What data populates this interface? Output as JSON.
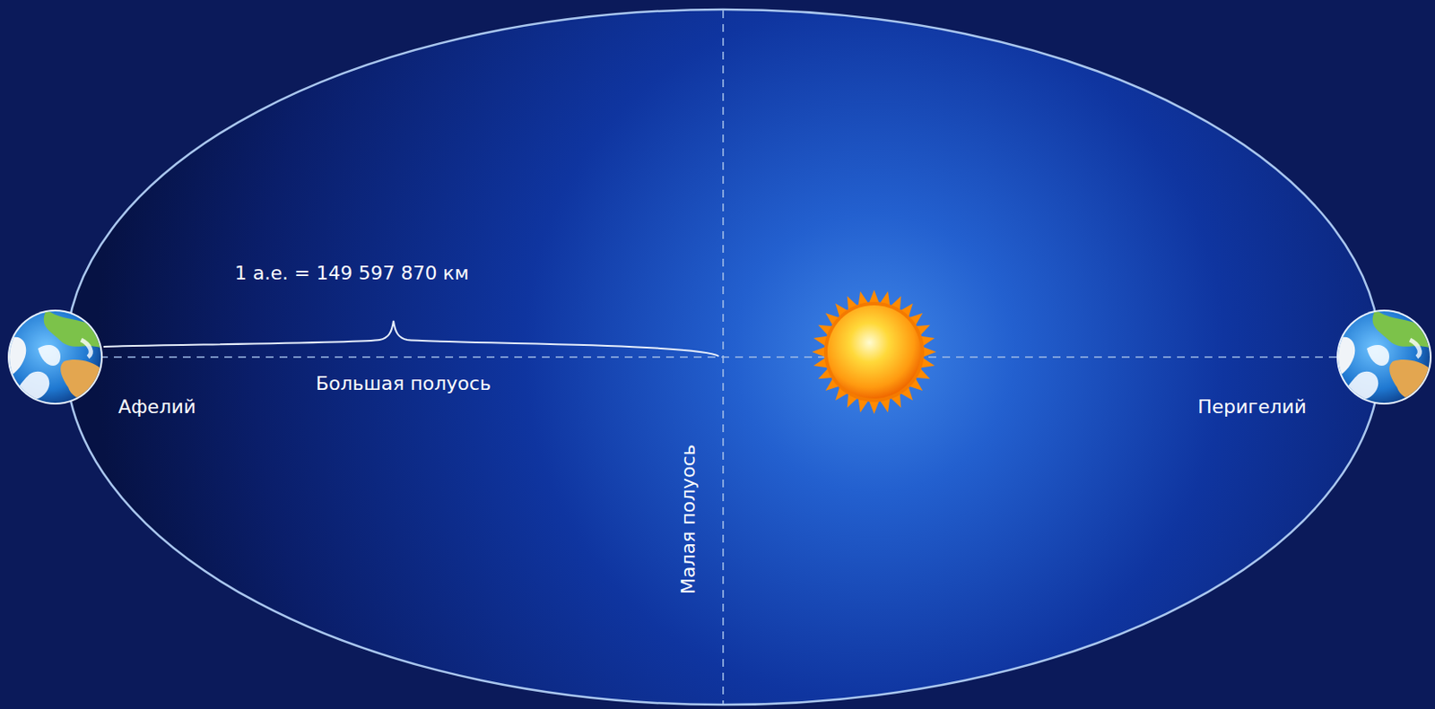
{
  "diagram": {
    "labels": [
      "1 а.е. = 149 597 870 км",
      "Большая полуось",
      "Афелий",
      "Перигелий",
      "Малая полуось"
    ]
  }
}
